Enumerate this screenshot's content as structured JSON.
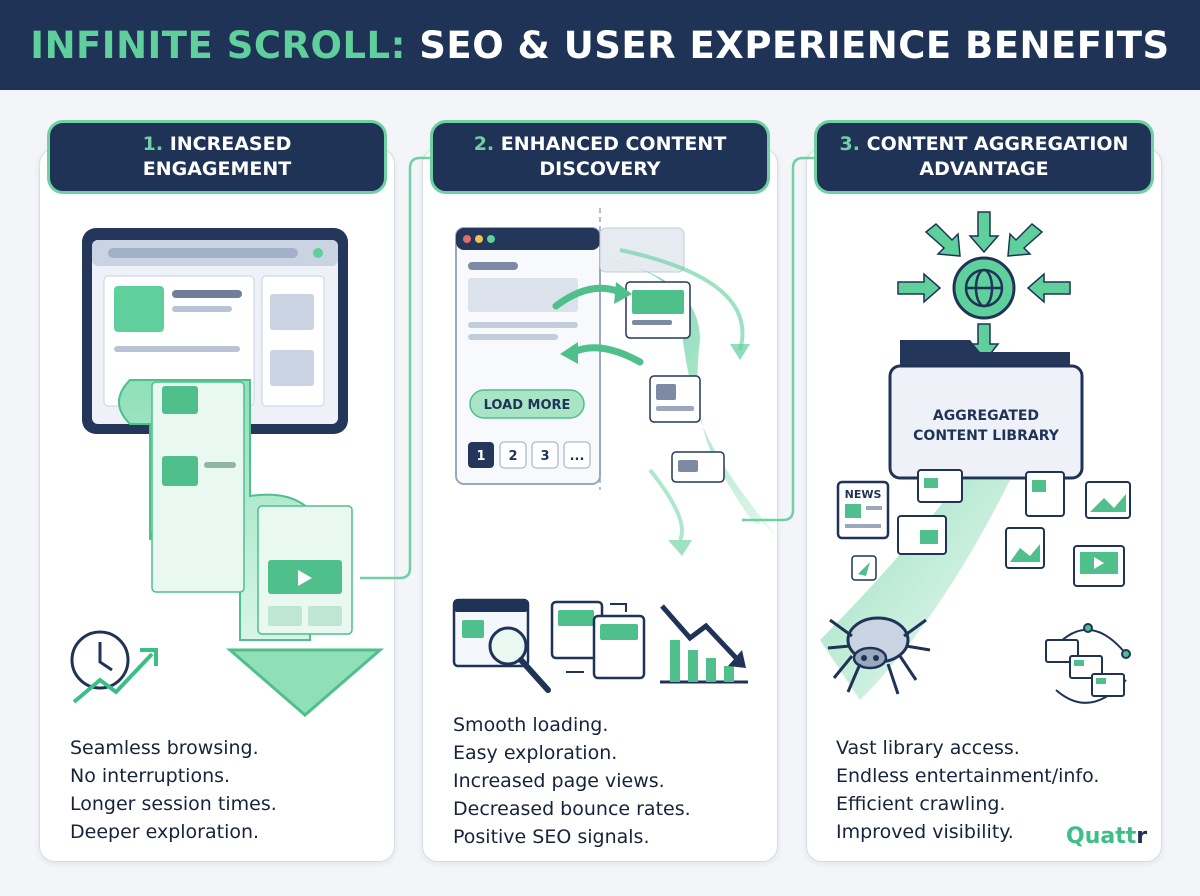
{
  "title": {
    "accent": "INFINITE SCROLL:",
    "rest": " SEO & USER EXPERIENCE BENEFITS"
  },
  "panels": [
    {
      "number": "1.",
      "heading_line1": "INCREASED",
      "heading_line2": "ENGAGEMENT",
      "bullets": [
        "Seamless browsing.",
        "No interruptions.",
        "Longer session times.",
        "Deeper exploration."
      ]
    },
    {
      "number": "2.",
      "heading_line1": "ENHANCED CONTENT",
      "heading_line2": "DISCOVERY",
      "load_more": "LOAD MORE",
      "pagination": [
        "1",
        "2",
        "3",
        "..."
      ],
      "bullets": [
        "Smooth loading.",
        "Easy exploration.",
        "Increased page views.",
        "Decreased bounce rates.",
        "Positive SEO signals."
      ]
    },
    {
      "number": "3.",
      "heading_line1": "CONTENT AGGREGATION",
      "heading_line2": "ADVANTAGE",
      "library_line1": "AGGREGATED",
      "library_line2": "CONTENT LIBRARY",
      "news_label": "NEWS",
      "bullets": [
        "Vast library access.",
        "Endless entertainment/info.",
        "Efficient crawling.",
        "Improved visibility."
      ]
    }
  ],
  "logo": {
    "first": "Quatt",
    "last": "r"
  },
  "colors": {
    "navy": "#1f3357",
    "mint": "#5fcf9b",
    "mint_light": "#bdeed6",
    "background": "#f3f5f8"
  },
  "icons": [
    "browser-window-icon",
    "scrolling-page-icon",
    "down-arrow-icon",
    "clock-growth-icon",
    "magnifier-icon",
    "swap-pages-icon",
    "declining-chart-icon",
    "globe-icon",
    "folder-icon",
    "news-icon",
    "image-icon",
    "video-icon",
    "spider-icon",
    "network-icon"
  ]
}
